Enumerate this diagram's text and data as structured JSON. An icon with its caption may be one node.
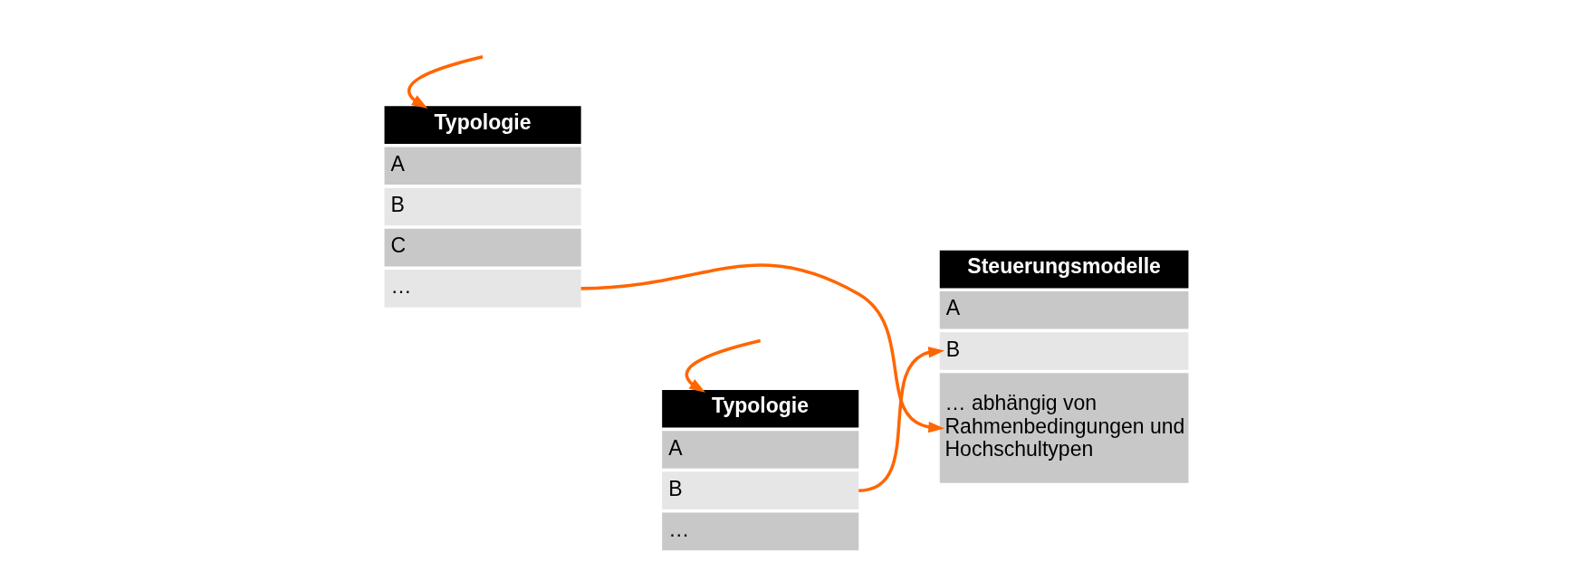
{
  "diagram": {
    "nodes": [
      {
        "text": [
          "Typologie"
        ]
      },
      {
        "text": [
          "A"
        ]
      },
      {
        "text": [
          "B"
        ]
      },
      {
        "text": [
          "C"
        ]
      },
      {
        "text": [
          "…"
        ]
      },
      {
        "text": [
          "Typologie"
        ]
      },
      {
        "text": [
          "A"
        ]
      },
      {
        "text": [
          "B"
        ]
      },
      {
        "text": [
          "…"
        ]
      },
      {
        "text": [
          "Steuerungsmodelle"
        ]
      },
      {
        "text": [
          "A"
        ]
      },
      {
        "text": [
          "B"
        ]
      },
      {
        "text": [
          "… abhängig von Rahmenbedingungen und Hochschultypen"
        ]
      }
    ],
    "edges": [
      {
        "from": null,
        "to": 0,
        "arrow": "to"
      },
      {
        "from": null,
        "to": 5,
        "arrow": "to"
      },
      {
        "from": 7,
        "to": 11,
        "arrow": "to"
      },
      {
        "from": 4,
        "to": 12,
        "arrow": "to"
      }
    ]
  }
}
